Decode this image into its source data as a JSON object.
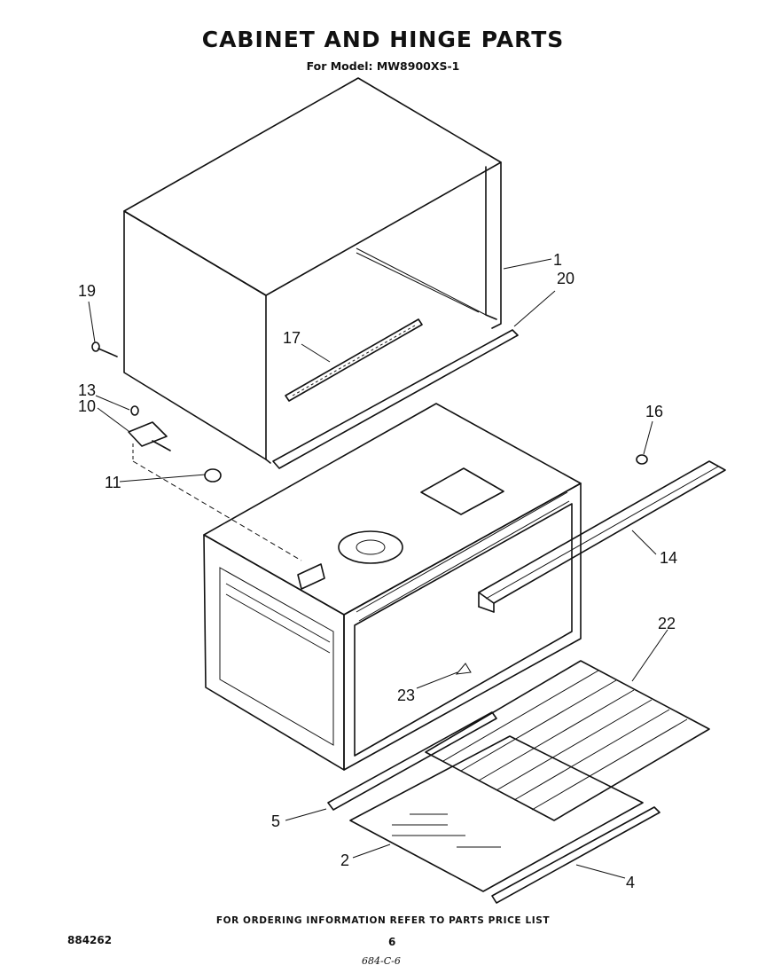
{
  "title": "CABINET AND  HINGE  PARTS",
  "subtitle": "For Model: MW8900XS-1",
  "footer_note": "FOR ORDERING INFORMATION REFER TO PARTS PRICE LIST",
  "document_number": "884262",
  "page_number": "6",
  "handwritten_note": "684-C-6",
  "callouts": {
    "c1": "1",
    "c20": "20",
    "c19": "19",
    "c17": "17",
    "c13": "13",
    "c10": "10",
    "c11": "11",
    "c16": "16",
    "c14": "14",
    "c22": "22",
    "c23": "23",
    "c5": "5",
    "c2": "2",
    "c4": "4"
  }
}
